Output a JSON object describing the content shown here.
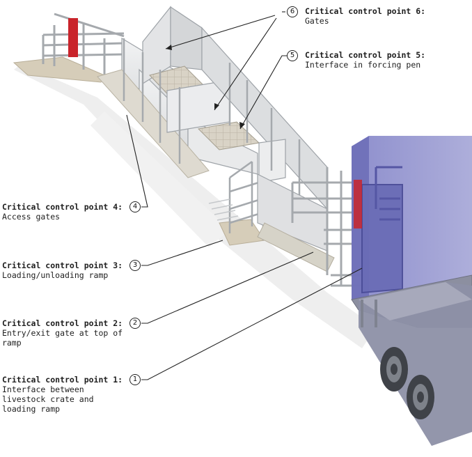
{
  "colors": {
    "accent_red": "#c9242b",
    "truck_blue": "#7f80c6",
    "rail_gray": "#a8acaf",
    "panel_gray": "#e6e7e8"
  },
  "control_points": [
    {
      "number": "1",
      "title": "Critical control point 1:",
      "description": "Interface between livestock crate and loading ramp"
    },
    {
      "number": "2",
      "title": "Critical control point 2:",
      "description": "Entry/exit gate at top of ramp"
    },
    {
      "number": "3",
      "title": "Critical control point 3:",
      "description": "Loading/unloading ramp"
    },
    {
      "number": "4",
      "title": "Critical control point 4:",
      "description": "Access gates"
    },
    {
      "number": "5",
      "title": "Critical control point 5:",
      "description": "Interface in forcing pen"
    },
    {
      "number": "6",
      "title": "Critical control point 6:",
      "description": "Gates"
    }
  ]
}
